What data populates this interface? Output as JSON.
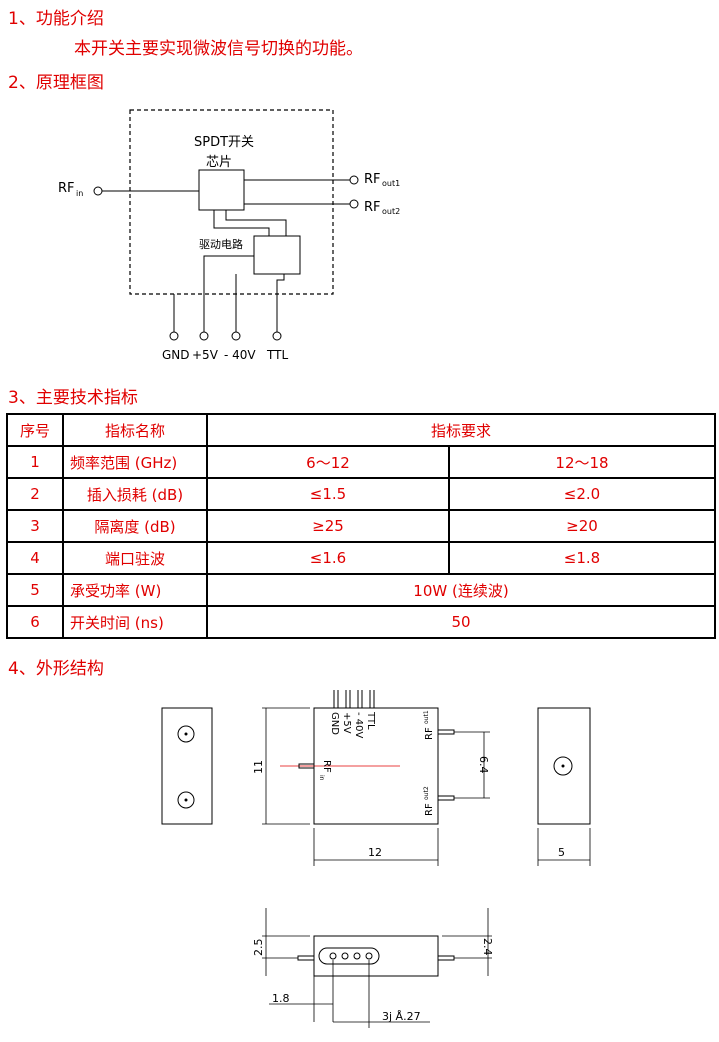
{
  "sections": {
    "intro_title": "1、功能介绍",
    "intro_text": "本开关主要实现微波信号切换的功能。",
    "diagram_title": "2、原理框图",
    "spec_title": "3、主要技术指标",
    "outline_title": "4、外形结构"
  },
  "block_diagram": {
    "chip_label_line1": "SPDT开关",
    "chip_label_line2": "芯片",
    "driver_label": "驱动电路",
    "rf_in": "RF",
    "rf_in_sub": "in",
    "rf_out1": "RF",
    "rf_out1_sub": "out1",
    "rf_out2": "RF",
    "rf_out2_sub": "out2",
    "pins": [
      "GND",
      "+5V",
      "- 40V",
      "TTL"
    ]
  },
  "spec_table": {
    "headers": {
      "no": "序号",
      "name": "指标名称",
      "req": "指标要求"
    },
    "rows": [
      {
        "no": "1",
        "name": "频率范围 (GHz)",
        "v1": "6～12",
        "v2": "12～18"
      },
      {
        "no": "2",
        "name": "插入损耗 (dB)",
        "v1": "≤1.5",
        "v2": "≤2.0"
      },
      {
        "no": "3",
        "name": "隔离度 (dB)",
        "v1": "≥25",
        "v2": "≥20"
      },
      {
        "no": "4",
        "name": "端口驻波",
        "v1": "≤1.6",
        "v2": "≤1.8"
      },
      {
        "no": "5",
        "name": "承受功率 (W)",
        "v": "10W (连续波)"
      },
      {
        "no": "6",
        "name": "开关时间 (ns)",
        "v": "50"
      }
    ]
  },
  "outline": {
    "pins": [
      "GND",
      "+5V",
      "- 40V",
      "TTL"
    ],
    "rf_in": "RF",
    "rf_in_sub": "in",
    "rf_out1": "RF",
    "rf_out1_sub": "out1",
    "rf_out2": "RF",
    "rf_out2_sub": "out2",
    "dim_height": "11",
    "dim_width": "12",
    "dim_pitch": "6.4",
    "dim_depth": "5",
    "dim_25": "2.5",
    "dim_24": "2.4",
    "dim_18": "1.8",
    "dim_pins": "3j Å.27"
  }
}
